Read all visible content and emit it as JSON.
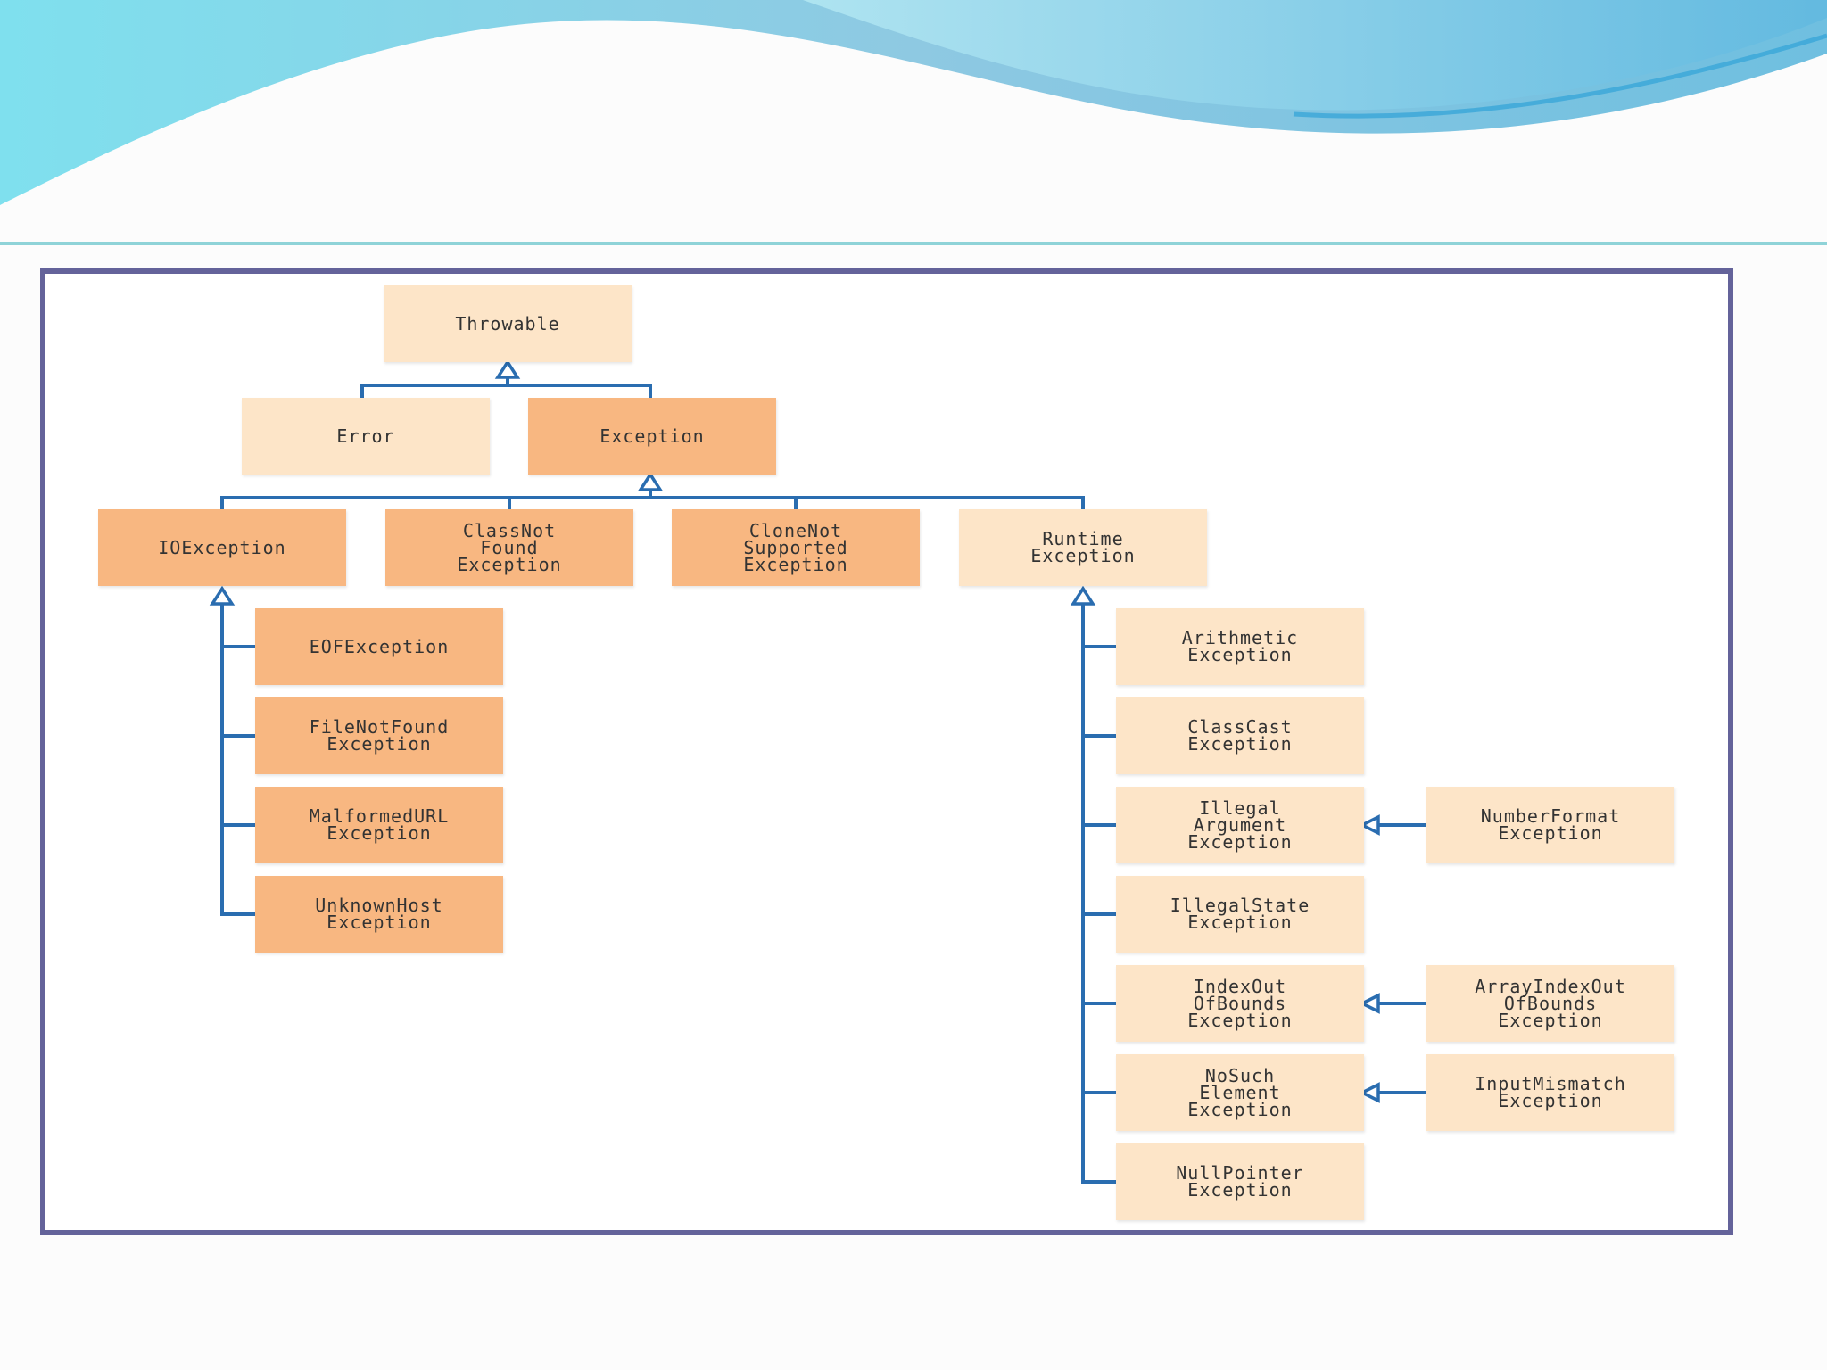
{
  "colors": {
    "node_light": "#fde5c8",
    "node_dark": "#f8b781",
    "connector": "#2a6db0",
    "frame_border": "#64639a",
    "divider": "#8fd3d8"
  },
  "nodes": {
    "throwable": "Throwable",
    "error": "Error",
    "exception": "Exception",
    "ioexception": "IOException",
    "classnotfound": "ClassNot\nFound\nException",
    "clonenotsupported": "CloneNot\nSupported\nException",
    "runtime": "Runtime\nException",
    "eof": "EOFException",
    "filenotfound": "FileNotFound\nException",
    "malformedurl": "MalformedURL\nException",
    "unknownhost": "UnknownHost\nException",
    "arithmetic": "Arithmetic\nException",
    "classcast": "ClassCast\nException",
    "illegalargument": "Illegal\nArgument\nException",
    "illegalstate": "IllegalState\nException",
    "indexoutofbounds": "IndexOut\nOfBounds\nException",
    "nosuchelement": "NoSuch\nElement\nException",
    "nullpointer": "NullPointer\nException",
    "numberformat": "NumberFormat\nException",
    "arrayindexoutofbounds": "ArrayIndexOut\nOfBounds\nException",
    "inputmismatch": "InputMismatch\nException"
  }
}
